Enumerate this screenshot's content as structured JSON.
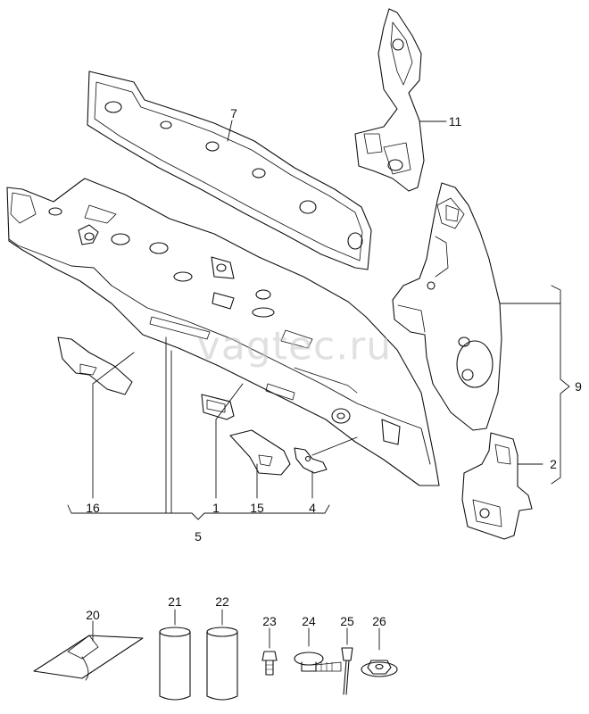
{
  "diagram": {
    "watermark": "vagtec.ru",
    "callouts": {
      "c7": "7",
      "c11": "11",
      "c9": "9",
      "c2": "2",
      "c16": "16",
      "c1": "1",
      "c15": "15",
      "c4": "4",
      "c5": "5",
      "c20": "20",
      "c21": "21",
      "c22": "22",
      "c23": "23",
      "c24": "24",
      "c25": "25",
      "c26": "26"
    }
  }
}
